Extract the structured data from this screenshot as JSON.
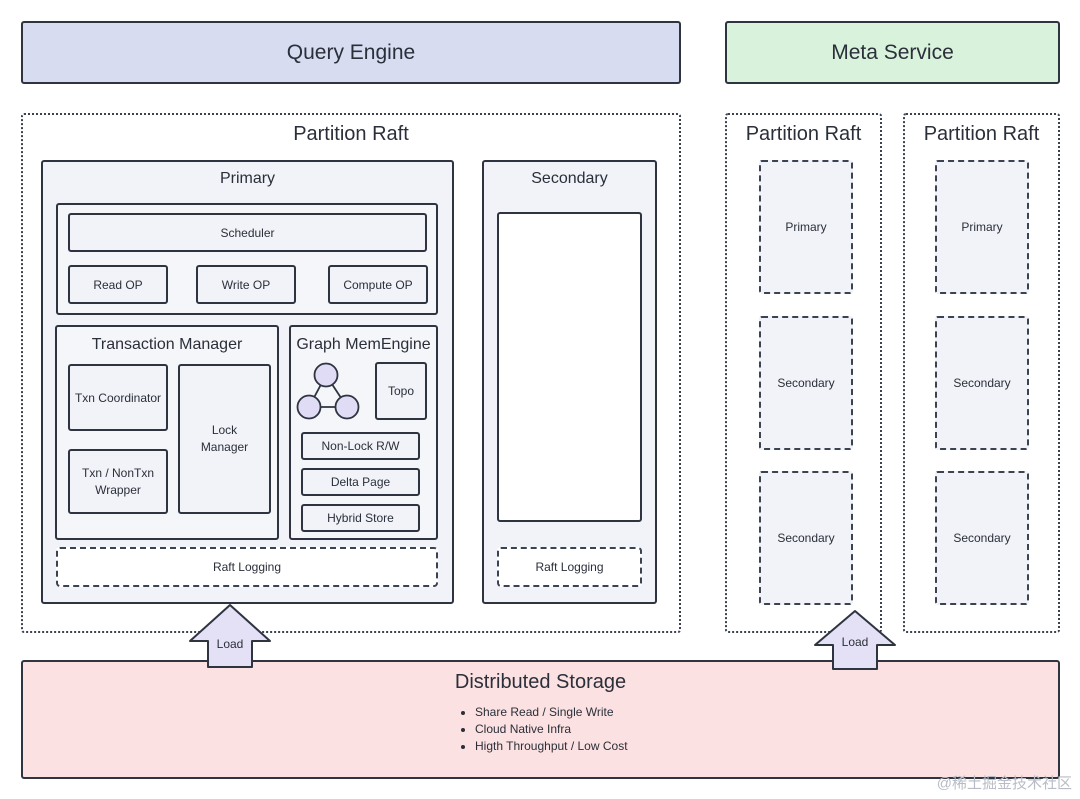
{
  "top": {
    "query_engine": "Query Engine",
    "meta_service": "Meta Service",
    "query_engine_color": "#d7dcf1",
    "meta_service_color": "#d9f2dc"
  },
  "main_raft": {
    "title": "Partition Raft",
    "primary": {
      "title": "Primary",
      "scheduler": "Scheduler",
      "ops": [
        "Read OP",
        "Write OP",
        "Compute OP"
      ],
      "txn_manager": {
        "title": "Transaction Manager",
        "coordinator": "Txn Coordinator",
        "wrapper": "Txn / NonTxn Wrapper",
        "lock": "Lock Manager"
      },
      "mem_engine": {
        "title": "Graph MemEngine",
        "topo": "Topo",
        "items": [
          "Non-Lock R/W",
          "Delta Page",
          "Hybrid Store"
        ]
      },
      "raft_logging": "Raft Logging"
    },
    "secondary": {
      "title": "Secondary",
      "raft_logging": "Raft Logging"
    }
  },
  "side_rafts": [
    {
      "title": "Partition Raft",
      "nodes": [
        "Primary",
        "Secondary",
        "Secondary"
      ]
    },
    {
      "title": "Partition Raft",
      "nodes": [
        "Primary",
        "Secondary",
        "Secondary"
      ]
    }
  ],
  "arrows": {
    "load_left": "Load",
    "load_right": "Load",
    "fill_color": "#e4e1f7"
  },
  "storage": {
    "title": "Distributed Storage",
    "bullets": [
      "Share Read / Single Write",
      "Cloud Native Infra",
      "Higth Throughput / Low Cost"
    ],
    "color": "#fbe1e1"
  },
  "watermark": "@稀土掘金技术社区",
  "icons": {
    "graph": "graph-triangle-icon",
    "bullet": "bullet-dot-icon"
  }
}
